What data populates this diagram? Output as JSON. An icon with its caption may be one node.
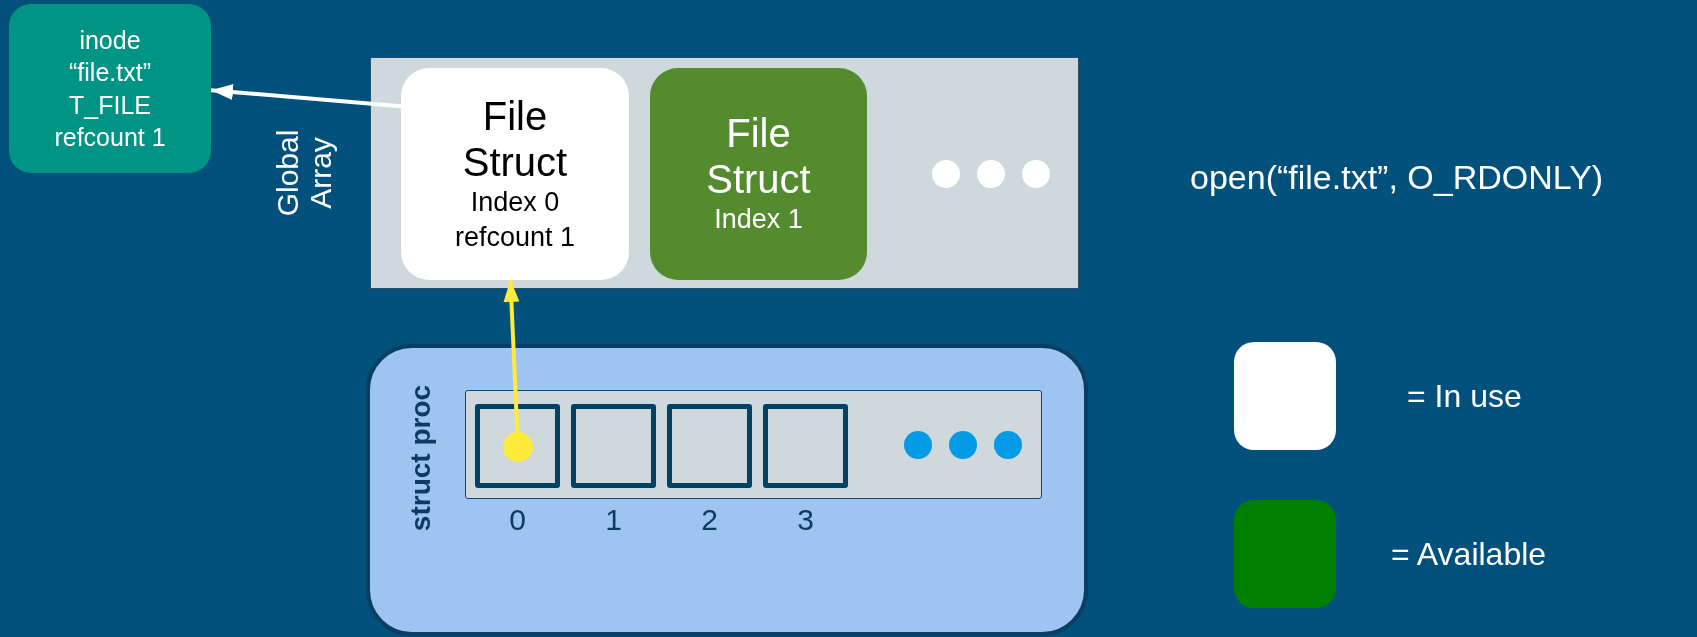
{
  "diagram": {
    "nodes": [
      {
        "text": [
          "inode “file.txt” T_FILE refcount 1"
        ]
      },
      {
        "text": [
          "Global Array"
        ]
      },
      {
        "text": [
          "File Struct",
          "Index 0 refcount 1"
        ],
        "in": 1
      },
      {
        "text": [
          "File Struct",
          "Index 1"
        ],
        "in": 1
      },
      {
        "text": [
          "struct proc"
        ]
      },
      {
        "text": [],
        "shape": "box",
        "in": 4
      },
      {
        "text": [],
        "shape": "box",
        "in": 5,
        "beside": [
          "0"
        ]
      },
      {
        "text": [],
        "shape": "box",
        "in": 5,
        "beside": [
          "1"
        ]
      },
      {
        "text": [],
        "shape": "box",
        "in": 5,
        "beside": [
          "2"
        ]
      },
      {
        "text": [],
        "shape": "box",
        "in": 5,
        "beside": [
          "3"
        ]
      },
      {
        "text": [],
        "shape": "circle",
        "in": 6
      }
    ],
    "edges": [
      {
        "from": 2,
        "to": 0,
        "arrow": "to"
      },
      {
        "from": 10,
        "to": 2,
        "arrow": "to",
        "color": "#ffeb3b"
      }
    ],
    "labels": [
      "open(“file.txt”, O_RDONLY)"
    ],
    "legend": [
      {
        "text": "= In use",
        "color": "#ffffff"
      },
      {
        "text": "= Available",
        "color": "#008000"
      }
    ]
  }
}
